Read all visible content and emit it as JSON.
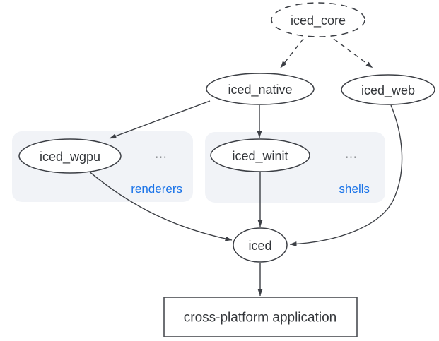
{
  "nodes": {
    "iced_core": {
      "label": "iced_core",
      "shape": "ellipse-dashed"
    },
    "iced_native": {
      "label": "iced_native",
      "shape": "ellipse"
    },
    "iced_web": {
      "label": "iced_web",
      "shape": "ellipse"
    },
    "iced_wgpu": {
      "label": "iced_wgpu",
      "shape": "ellipse"
    },
    "iced_winit": {
      "label": "iced_winit",
      "shape": "ellipse"
    },
    "iced": {
      "label": "iced",
      "shape": "ellipse"
    },
    "application": {
      "label": "cross-platform application",
      "shape": "rectangle"
    }
  },
  "groups": {
    "renderers": {
      "label": "renderers",
      "ellipsis": "...",
      "contains": [
        "iced_wgpu"
      ]
    },
    "shells": {
      "label": "shells",
      "ellipsis": "...",
      "contains": [
        "iced_winit"
      ]
    }
  },
  "edges": [
    {
      "from": "iced_core",
      "to": "iced_native",
      "style": "dashed"
    },
    {
      "from": "iced_core",
      "to": "iced_web",
      "style": "dashed"
    },
    {
      "from": "iced_native",
      "to": "iced_wgpu",
      "style": "solid"
    },
    {
      "from": "iced_native",
      "to": "iced_winit",
      "style": "solid"
    },
    {
      "from": "iced_wgpu",
      "to": "iced",
      "style": "solid"
    },
    {
      "from": "iced_winit",
      "to": "iced",
      "style": "solid"
    },
    {
      "from": "iced_web",
      "to": "iced",
      "style": "solid"
    },
    {
      "from": "iced",
      "to": "application",
      "style": "solid"
    }
  ],
  "colors": {
    "node_stroke": "#3c3f45",
    "text": "#33363a",
    "group_label": "#1a73e8",
    "group_background": "#f1f3f7",
    "canvas_background": "#ffffff"
  }
}
